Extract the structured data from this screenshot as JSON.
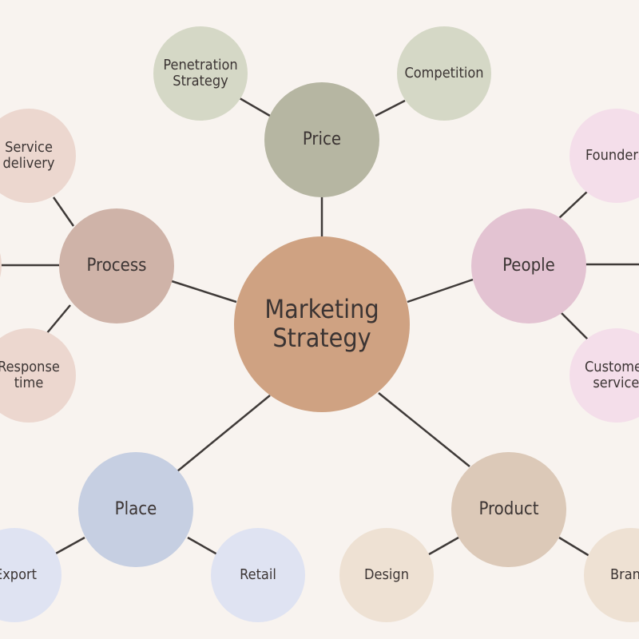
{
  "center": {
    "label": "Marketing\nStrategy",
    "color": "#cfa282"
  },
  "branches": {
    "price": {
      "label": "Price",
      "color": "#b6b6a2"
    },
    "people": {
      "label": "People",
      "color": "#e3c3d2"
    },
    "product": {
      "label": "Product",
      "color": "#dcc9b8"
    },
    "place": {
      "label": "Place",
      "color": "#c6cfe2"
    },
    "process": {
      "label": "Process",
      "color": "#cfb3a8"
    }
  },
  "leaves": {
    "penetration_strategy": {
      "label": "Penetration\nStrategy",
      "color": "#d5d8c6"
    },
    "competition": {
      "label": "Competition",
      "color": "#d5d8c6"
    },
    "founders": {
      "label": "Founders",
      "color": "#f4deea"
    },
    "customer_service": {
      "label": "Customer\nservice",
      "color": "#f4deea"
    },
    "design": {
      "label": "Design",
      "color": "#eee1d3"
    },
    "brand": {
      "label": "Brand",
      "color": "#eee1d3"
    },
    "export": {
      "label": "Export",
      "color": "#dfe3f2"
    },
    "retail": {
      "label": "Retail",
      "color": "#dfe3f2"
    },
    "service_delivery": {
      "label": "Service\ndelivery",
      "color": "#ecd7cf"
    },
    "response_time": {
      "label": "Response\ntime",
      "color": "#ecd7cf"
    },
    "process_extra": {
      "label": "",
      "color": "#ecd7cf"
    },
    "people_extra": {
      "label": "",
      "color": "#f4deea"
    }
  },
  "line_color": "#3f3a38"
}
